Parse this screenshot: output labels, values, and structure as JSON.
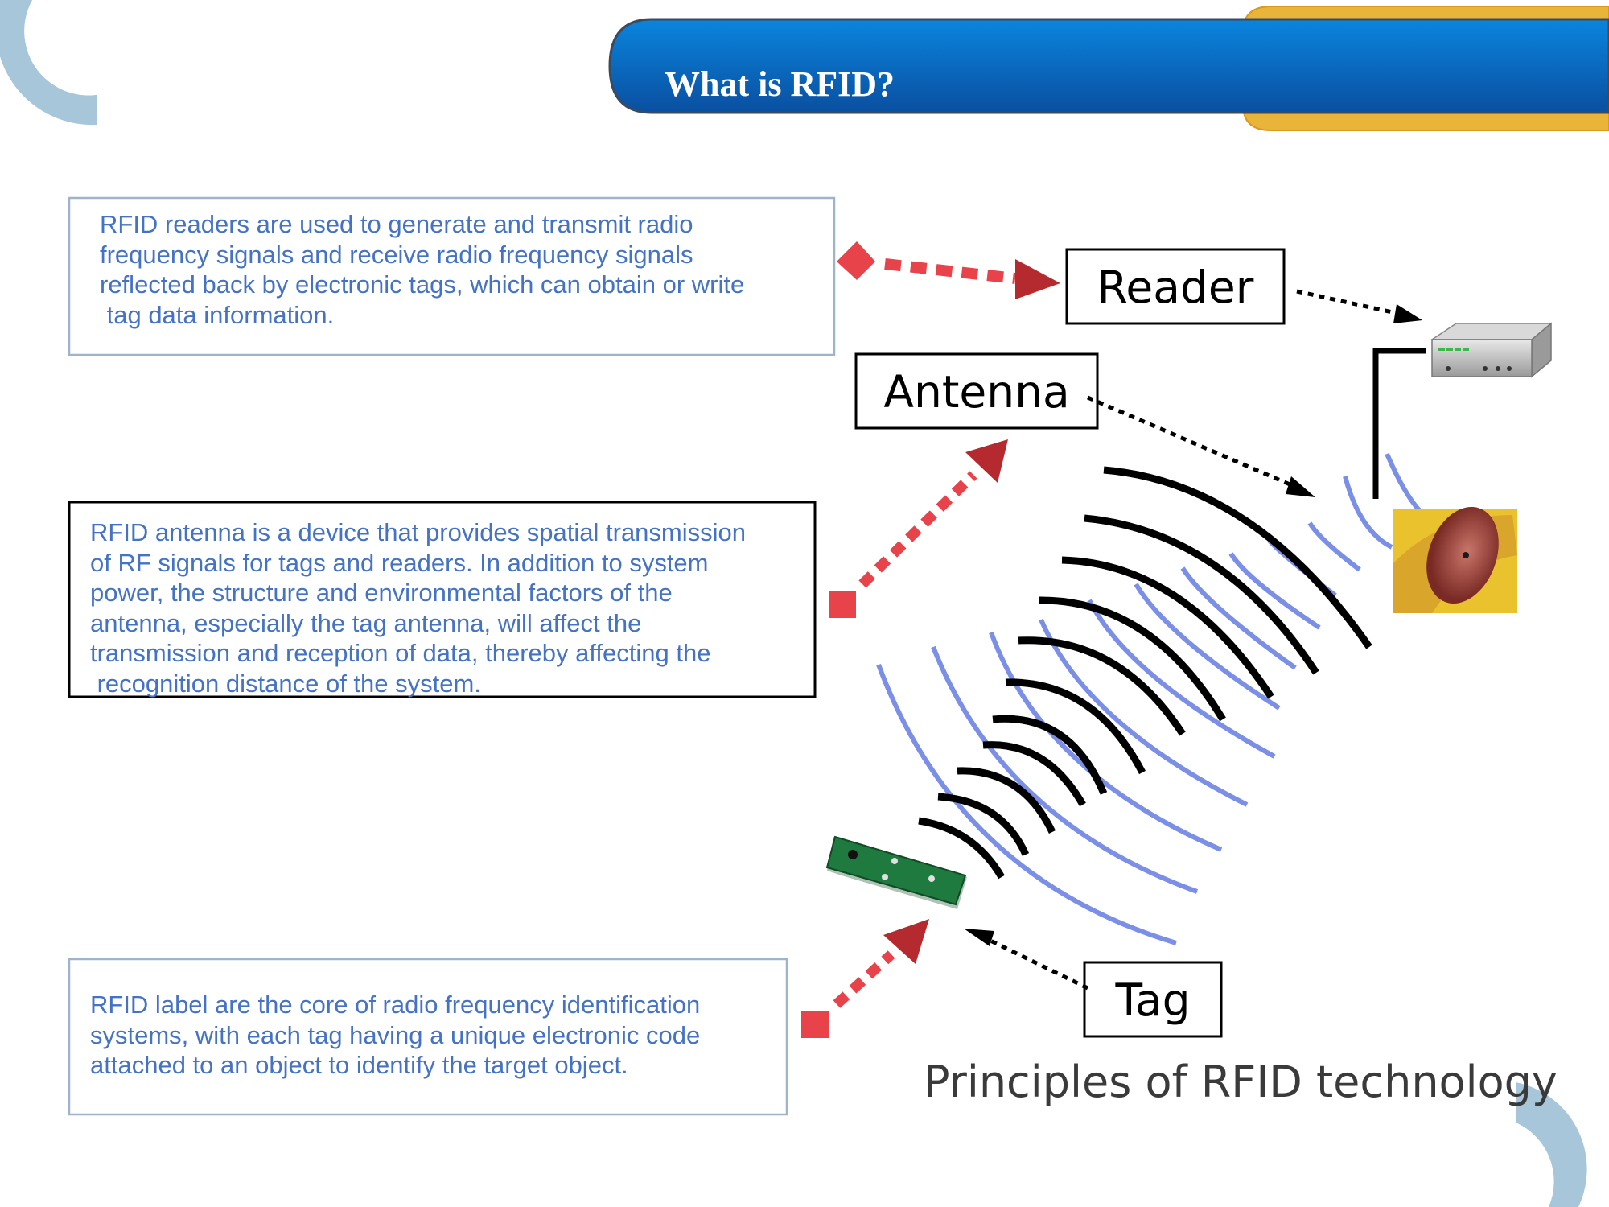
{
  "header": {
    "title": "What is RFID?"
  },
  "callouts": {
    "reader": "Reader",
    "antenna": "Antenna",
    "tag": "Tag"
  },
  "descriptions": {
    "reader": "RFID readers are used to generate and transmit radio\nfrequency signals and receive radio frequency signals\nreflected back by electronic tags, which can obtain or write\n tag data information.",
    "antenna": "RFID antenna is a device that provides spatial transmission\nof RF signals for tags and readers. In addition to system\npower, the structure and environmental factors of the\nantenna, especially the tag antenna, will affect the\ntransmission and reception of data, thereby affecting the\n recognition distance of the system.",
    "tag": "RFID label are the core of radio frequency identification\nsystems, with each tag having a unique electronic code\nattached to an object to identify the target object."
  },
  "caption": "Principles of RFID technology",
  "colors": {
    "header_blue": "#0A6CC4",
    "header_gold": "#E9B43A",
    "description_text": "#4472C4",
    "arrow_red": "#E8434A",
    "arrow_dark_red": "#B52A2E",
    "wave_blue": "#7B8FE6",
    "wave_black": "#000000",
    "corner_blue": "#A7C6DA"
  },
  "icons": {
    "reader_device": "rfid-reader-device-image",
    "tag_board": "rfid-tag-pcb-image",
    "implant": "rfid-implant-photo"
  }
}
